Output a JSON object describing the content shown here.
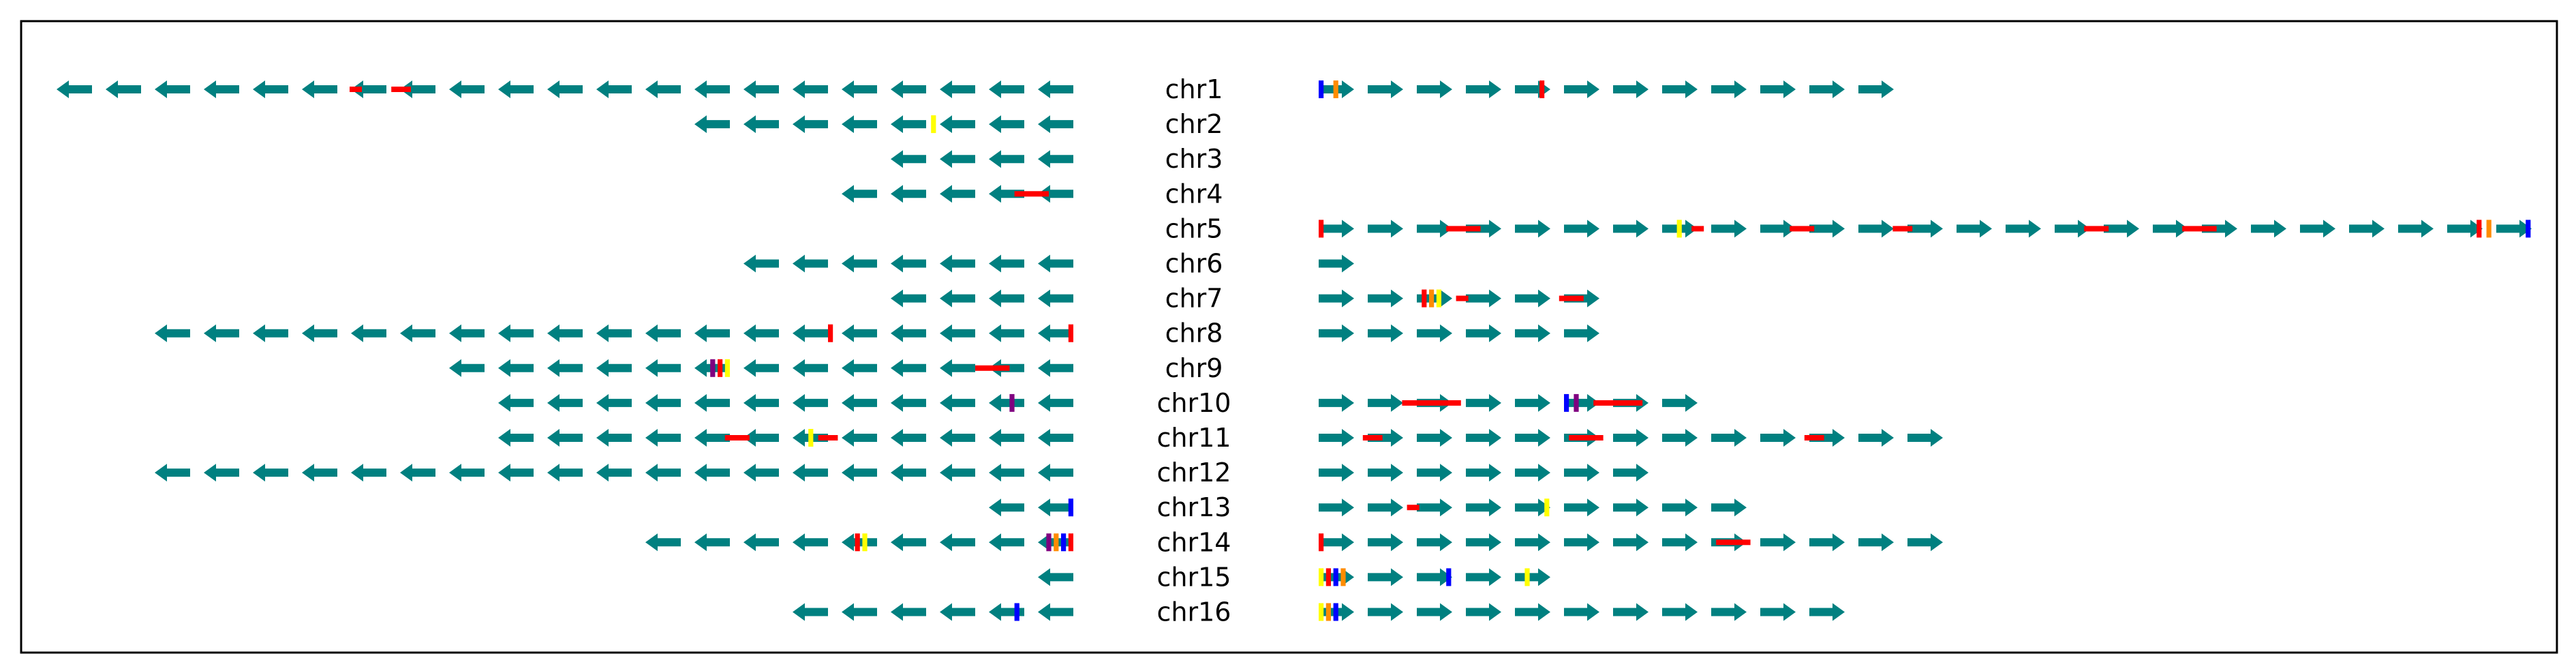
{
  "colors": {
    "arrow": "#008080",
    "frame": "#000000",
    "marks": {
      "red": "#ff0000",
      "blue": "#0000ff",
      "yellow": "#ffff00",
      "orange": "#ff8c00",
      "purple": "#800080"
    }
  },
  "chart_data": {
    "type": "diagram",
    "chromosomes": [
      {
        "label": "chr1",
        "left": {
          "count": 21,
          "marks": [
            {
              "at": 13.5,
              "color": "red",
              "len": 0.4
            },
            {
              "at": 14.5,
              "color": "red",
              "len": 0.25
            }
          ]
        },
        "right": {
          "count": 12,
          "marks": [
            {
              "at": 0,
              "color": "blue",
              "len": 0.1
            },
            {
              "at": 0.3,
              "color": "orange",
              "len": 0.1
            },
            {
              "at": 4.5,
              "color": "red",
              "len": 0.1
            }
          ]
        }
      },
      {
        "label": "chr2",
        "left": {
          "count": 8,
          "marks": [
            {
              "at": 2.8,
              "color": "yellow",
              "len": 0.1
            }
          ]
        },
        "right": {
          "count": 0,
          "marks": []
        }
      },
      {
        "label": "chr3",
        "left": {
          "count": 4,
          "marks": []
        },
        "right": {
          "count": 0,
          "marks": []
        }
      },
      {
        "label": "chr4",
        "left": {
          "count": 5,
          "marks": [
            {
              "at": 0.5,
              "color": "red",
              "len": 0.7
            }
          ]
        },
        "right": {
          "count": 0,
          "marks": []
        }
      },
      {
        "label": "chr5",
        "left": {
          "count": 0,
          "marks": []
        },
        "right": {
          "count": 25,
          "marks": [
            {
              "at": 0,
              "color": "red",
              "len": 0.1
            },
            {
              "at": 2.6,
              "color": "red",
              "len": 0.7
            },
            {
              "at": 7.3,
              "color": "yellow",
              "len": 0.1
            },
            {
              "at": 7.6,
              "color": "red",
              "len": 0.25
            },
            {
              "at": 9.6,
              "color": "red",
              "len": 0.5
            },
            {
              "at": 11.7,
              "color": "red",
              "len": 0.4
            },
            {
              "at": 15.6,
              "color": "red",
              "len": 0.5
            },
            {
              "at": 17.6,
              "color": "red",
              "len": 0.7
            },
            {
              "at": 23.6,
              "color": "red",
              "len": 0.1
            },
            {
              "at": 23.8,
              "color": "orange",
              "len": 0.1
            },
            {
              "at": 24.6,
              "color": "blue",
              "len": 0.1
            }
          ]
        }
      },
      {
        "label": "chr6",
        "left": {
          "count": 7,
          "marks": []
        },
        "right": {
          "count": 1,
          "marks": []
        }
      },
      {
        "label": "chr7",
        "left": {
          "count": 4,
          "marks": []
        },
        "right": {
          "count": 6,
          "marks": [
            {
              "at": 2.1,
              "color": "red",
              "len": 0.1
            },
            {
              "at": 2.25,
              "color": "orange",
              "len": 0.1
            },
            {
              "at": 2.4,
              "color": "yellow",
              "len": 0.1
            },
            {
              "at": 2.8,
              "color": "red",
              "len": 0.25
            },
            {
              "at": 4.9,
              "color": "red",
              "len": 0.5
            }
          ]
        }
      },
      {
        "label": "chr8",
        "left": {
          "count": 19,
          "marks": [
            {
              "at": 0,
              "color": "red",
              "len": 0.1
            },
            {
              "at": 4.9,
              "color": "red",
              "len": 0.1
            }
          ]
        },
        "right": {
          "count": 6,
          "marks": []
        }
      },
      {
        "label": "chr9",
        "left": {
          "count": 13,
          "marks": [
            {
              "at": 1.3,
              "color": "red",
              "len": 0.7
            },
            {
              "at": 7.0,
              "color": "yellow",
              "len": 0.1
            },
            {
              "at": 7.15,
              "color": "red",
              "len": 0.1
            },
            {
              "at": 7.3,
              "color": "purple",
              "len": 0.1
            }
          ]
        },
        "right": {
          "count": 0,
          "marks": []
        }
      },
      {
        "label": "chr10",
        "left": {
          "count": 12,
          "marks": [
            {
              "at": 1.2,
              "color": "purple",
              "len": 0.1
            }
          ]
        },
        "right": {
          "count": 8,
          "marks": [
            {
              "at": 1.7,
              "color": "red",
              "len": 1.2
            },
            {
              "at": 5.0,
              "color": "blue",
              "len": 0.1
            },
            {
              "at": 5.2,
              "color": "purple",
              "len": 0.1
            },
            {
              "at": 5.6,
              "color": "red",
              "len": 1.0
            }
          ]
        }
      },
      {
        "label": "chr11",
        "left": {
          "count": 12,
          "marks": [
            {
              "at": 4.8,
              "color": "red",
              "len": 0.4
            },
            {
              "at": 5.3,
              "color": "yellow",
              "len": 0.1
            },
            {
              "at": 6.6,
              "color": "red",
              "len": 0.5
            }
          ]
        },
        "right": {
          "count": 13,
          "marks": [
            {
              "at": 0.9,
              "color": "red",
              "len": 0.4
            },
            {
              "at": 5.1,
              "color": "red",
              "len": 0.7
            },
            {
              "at": 9.9,
              "color": "red",
              "len": 0.4
            }
          ]
        }
      },
      {
        "label": "chr12",
        "left": {
          "count": 19,
          "marks": []
        },
        "right": {
          "count": 7,
          "marks": []
        }
      },
      {
        "label": "chr13",
        "left": {
          "count": 2,
          "marks": [
            {
              "at": 0,
              "color": "blue",
              "len": 0.1
            }
          ]
        },
        "right": {
          "count": 9,
          "marks": [
            {
              "at": 1.8,
              "color": "red",
              "len": 0.25
            },
            {
              "at": 4.6,
              "color": "yellow",
              "len": 0.1
            }
          ]
        }
      },
      {
        "label": "chr14",
        "left": {
          "count": 9,
          "marks": [
            {
              "at": 0,
              "color": "red",
              "len": 0.1
            },
            {
              "at": 0.15,
              "color": "blue",
              "len": 0.1
            },
            {
              "at": 0.3,
              "color": "orange",
              "len": 0.1
            },
            {
              "at": 0.45,
              "color": "purple",
              "len": 0.1
            },
            {
              "at": 4.2,
              "color": "yellow",
              "len": 0.1
            },
            {
              "at": 4.35,
              "color": "red",
              "len": 0.1
            }
          ]
        },
        "right": {
          "count": 13,
          "marks": [
            {
              "at": 0,
              "color": "red",
              "len": 0.1
            },
            {
              "at": 8.1,
              "color": "red",
              "len": 0.7
            }
          ]
        }
      },
      {
        "label": "chr15",
        "left": {
          "count": 1,
          "marks": []
        },
        "right": {
          "count": 5,
          "marks": [
            {
              "at": 0,
              "color": "yellow",
              "len": 0.1
            },
            {
              "at": 0.15,
              "color": "red",
              "len": 0.1
            },
            {
              "at": 0.3,
              "color": "blue",
              "len": 0.1
            },
            {
              "at": 0.45,
              "color": "orange",
              "len": 0.1
            },
            {
              "at": 2.6,
              "color": "blue",
              "len": 0.1
            },
            {
              "at": 4.2,
              "color": "yellow",
              "len": 0.1
            }
          ]
        }
      },
      {
        "label": "chr16",
        "left": {
          "count": 6,
          "marks": [
            {
              "at": 1.1,
              "color": "blue",
              "len": 0.1
            }
          ]
        },
        "right": {
          "count": 11,
          "marks": [
            {
              "at": 0,
              "color": "yellow",
              "len": 0.1
            },
            {
              "at": 0.15,
              "color": "orange",
              "len": 0.1
            },
            {
              "at": 0.3,
              "color": "blue",
              "len": 0.1
            }
          ]
        }
      }
    ]
  }
}
